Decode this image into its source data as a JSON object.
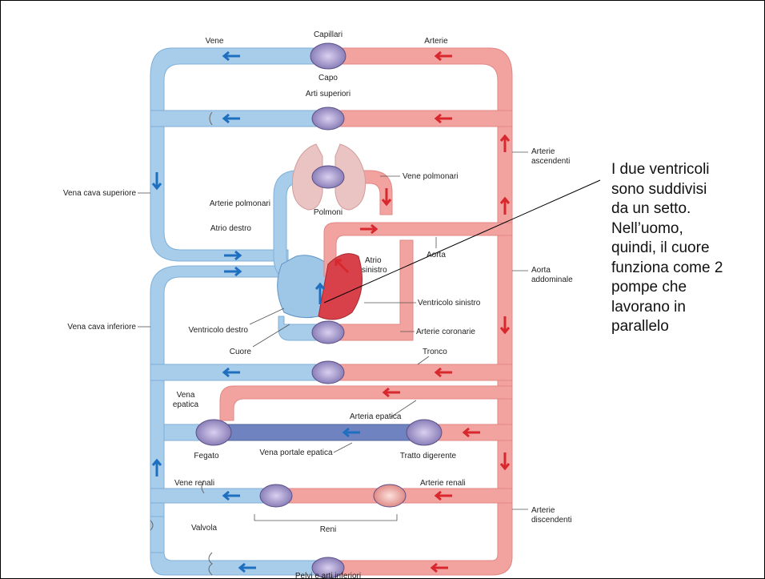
{
  "labels": {
    "capillari": "Capillari",
    "vene": "Vene",
    "arterie": "Arterie",
    "capo": "Capo",
    "arti_superiori": "Arti superiori",
    "arterie_ascendenti_1": "Arterie",
    "arterie_ascendenti_2": "ascendenti",
    "vena_cava_superiore": "Vena cava superiore",
    "vene_polmonari": "Vene polmonari",
    "arterie_polmonari": "Arterie polmonari",
    "polmoni": "Polmoni",
    "atrio_destro": "Atrio destro",
    "atrio_sinistro_1": "Atrio",
    "atrio_sinistro_2": "sinistro",
    "aorta": "Aorta",
    "aorta_addominale_1": "Aorta",
    "aorta_addominale_2": "addominale",
    "ventricolo_sinistro": "Ventricolo sinistro",
    "vena_cava_inferiore": "Vena cava inferiore",
    "ventricolo_destro": "Ventricolo destro",
    "arterie_coronarie": "Arterie coronarie",
    "cuore": "Cuore",
    "tronco": "Tronco",
    "vena_epatica_1": "Vena",
    "vena_epatica_2": "epatica",
    "arteria_epatica": "Arteria epatica",
    "fegato": "Fegato",
    "vena_portale_epatica": "Vena portale epatica",
    "tratto_digerente": "Tratto digerente",
    "vene_renali": "Vene renali",
    "arterie_renali": "Arterie renali",
    "arterie_discendenti_1": "Arterie",
    "arterie_discendenti_2": "discendenti",
    "valvola": "Valvola",
    "reni": "Reni",
    "pelvi": "Pelvi e arti inferiori"
  },
  "note": {
    "lines": [
      "I due ventricoli",
      "sono suddivisi",
      "da un setto.",
      "Nell’uomo,",
      "quindi, il cuore",
      "funziona come 2",
      "pompe che",
      "lavorano in",
      "parallelo"
    ]
  },
  "colors": {
    "vein": "#a8cdea",
    "vein_arrow": "#1f6fc0",
    "artery": "#f2a3a0",
    "artery_arrow": "#d8282e",
    "capillary": "#8a7fb8",
    "heart": "#d9414a",
    "lung": "#eac3c3",
    "portal": "#6f83c0"
  }
}
